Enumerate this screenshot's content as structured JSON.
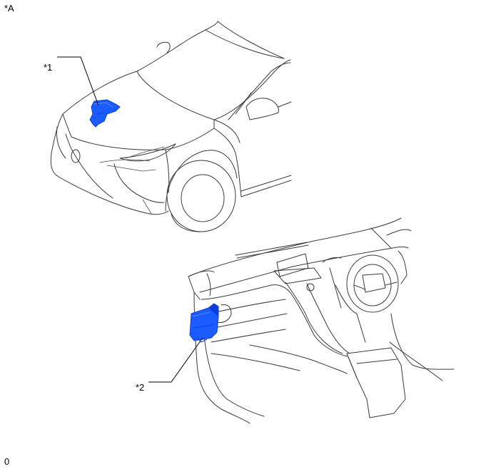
{
  "diagram": {
    "view_label": "*A",
    "footer_code": "0",
    "callouts": [
      {
        "id": "1",
        "label": "*1"
      },
      {
        "id": "2",
        "label": "*2"
      }
    ],
    "colors": {
      "component_fill": "#1a5cff",
      "component_dark": "#0b3fd6",
      "line": "#3a3a3a",
      "leader": "#000000"
    }
  }
}
